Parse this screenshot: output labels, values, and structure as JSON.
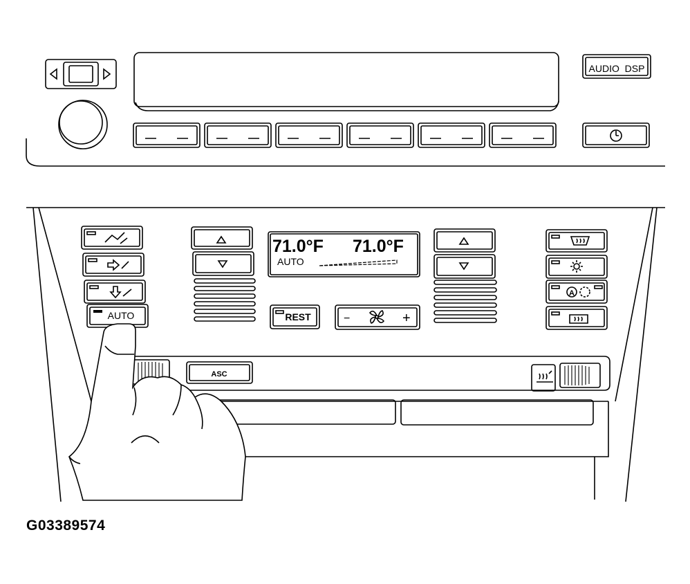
{
  "radio": {
    "audio_dsp_label": "AUDIO  DSP",
    "preset_count": 6
  },
  "climate": {
    "display": {
      "left_temp": "71.0°F",
      "right_temp": "71.0°F",
      "mode": "AUTO"
    },
    "auto_label": "AUTO",
    "rest_label": "REST",
    "asc_label": "ASC",
    "fan_minus": "−",
    "fan_plus": "+"
  },
  "figure_code": "G03389574"
}
